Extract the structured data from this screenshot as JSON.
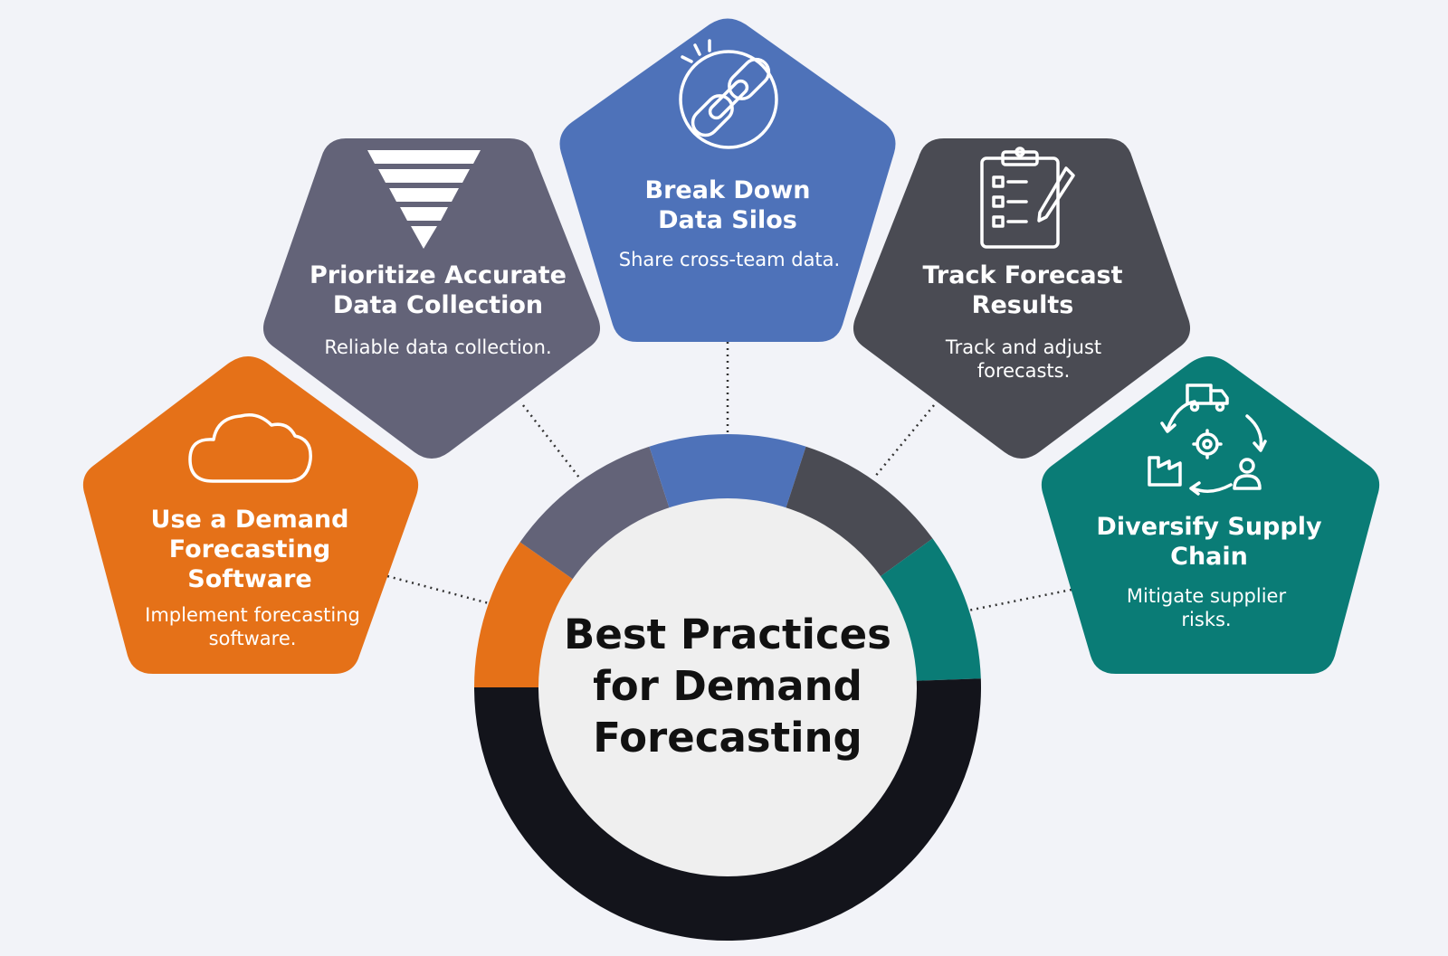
{
  "center": {
    "line1": "Best Practices",
    "line2": "for Demand",
    "line3": "Forecasting"
  },
  "colors": {
    "background": "#f2f3f8",
    "orange": "#e57118",
    "slate": "#636378",
    "blue": "#4e72b9",
    "charcoal": "#4a4b53",
    "teal": "#0a7c76",
    "dark_ring": "#13141b",
    "center_fill": "#efefef"
  },
  "practices": [
    {
      "id": "software",
      "title_lines": [
        "Use a Demand",
        "Forecasting",
        "Software"
      ],
      "desc_lines": [
        "Implement forecasting",
        "software."
      ],
      "icon": "cloud-icon",
      "color": "#e57118"
    },
    {
      "id": "accurate",
      "title_lines": [
        "Prioritize Accurate",
        "Data Collection"
      ],
      "desc_lines": [
        "Reliable data collection."
      ],
      "icon": "funnel-icon",
      "color": "#636378"
    },
    {
      "id": "silos",
      "title_lines": [
        "Break Down",
        "Data Silos"
      ],
      "desc_lines": [
        "Share cross-team data."
      ],
      "icon": "broken-chain-icon",
      "color": "#4e72b9"
    },
    {
      "id": "track",
      "title_lines": [
        "Track Forecast",
        "Results"
      ],
      "desc_lines": [
        "Track and adjust",
        "forecasts."
      ],
      "icon": "clipboard-checklist-icon",
      "color": "#4a4b53"
    },
    {
      "id": "supply",
      "title_lines": [
        "Diversify Supply",
        "Chain"
      ],
      "desc_lines": [
        "Mitigate supplier",
        "risks."
      ],
      "icon": "supply-cycle-icon",
      "color": "#0a7c76"
    }
  ]
}
